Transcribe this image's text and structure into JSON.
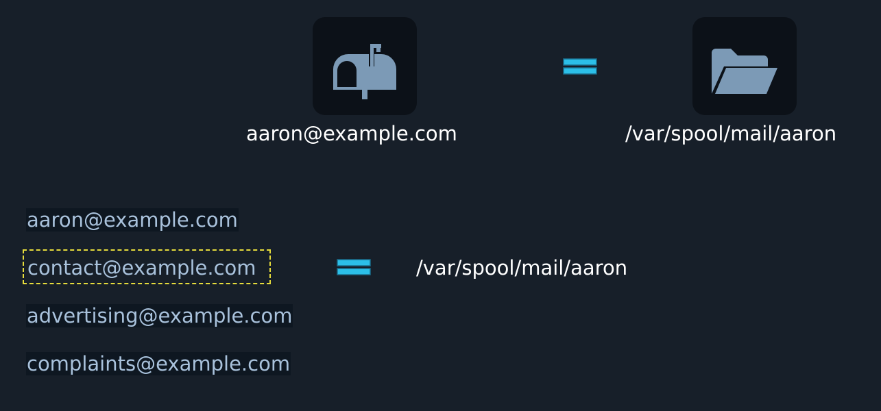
{
  "top": {
    "mailbox_icon": "mailbox-icon",
    "folder_icon": "folder-open-icon",
    "address": "aaron@example.com",
    "path": "/var/spool/mail/aaron"
  },
  "aliases": [
    "aaron@example.com",
    "contact@example.com",
    "advertising@example.com",
    "complaints@example.com"
  ],
  "alias_target": "/var/spool/mail/aaron",
  "colors": {
    "background": "#171f29",
    "icon": "#7c9ab6",
    "tile": "#0c1118",
    "equals": "#2cbfe8",
    "alias_text": "#a9c2dc",
    "selection": "#e6dc3c"
  }
}
